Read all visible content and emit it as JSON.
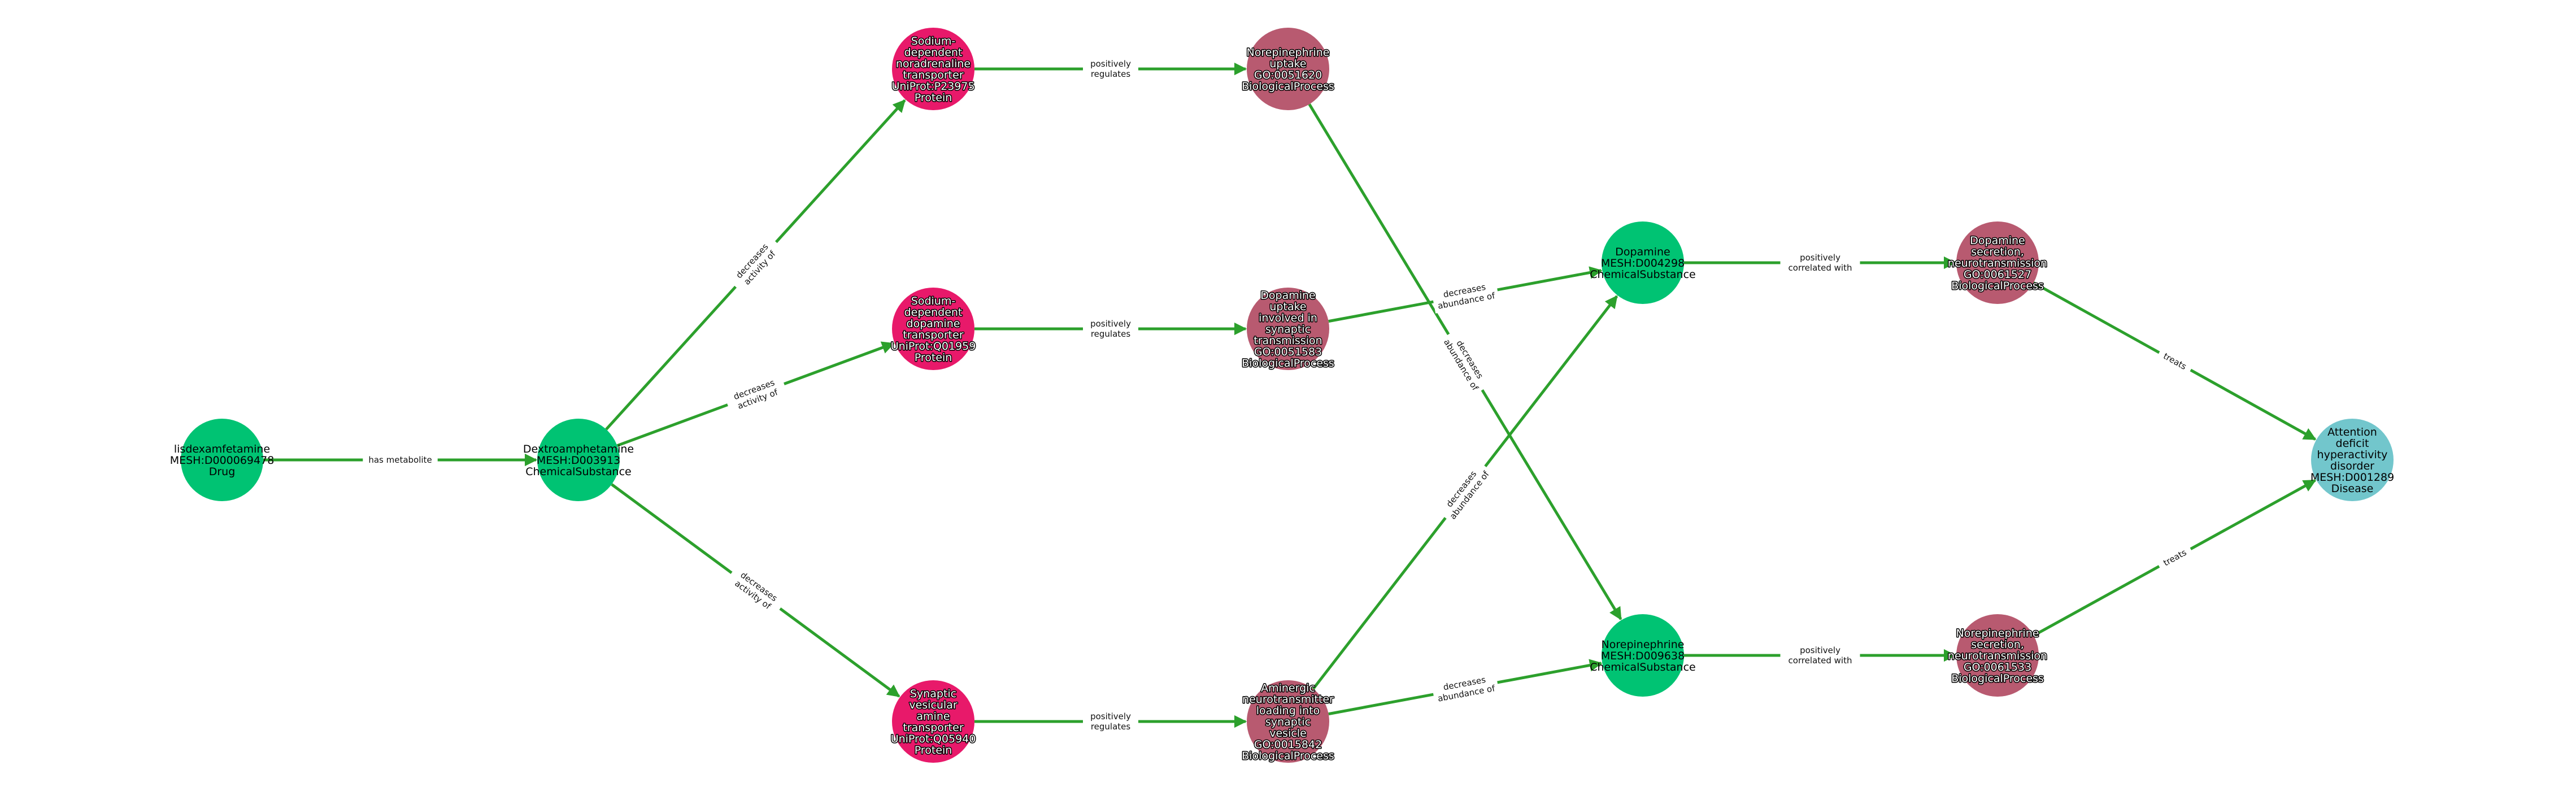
{
  "colors": {
    "edge": "#2ca02c",
    "ChemicalSubstance": "#00c373",
    "Drug": "#00c373",
    "Protein": "#e8196a",
    "BiologicalProcess": "#b85a70",
    "Disease": "#72c6cc"
  },
  "nodes": [
    {
      "id": "lisdex",
      "type": "Drug",
      "lines": [
        "lisdexamfetamine",
        "MESH:D000069478",
        "Drug"
      ]
    },
    {
      "id": "dextro",
      "type": "ChemicalSubstance",
      "lines": [
        "Dextroamphetamine",
        "MESH:D003913",
        "ChemicalSubstance"
      ]
    },
    {
      "id": "net",
      "type": "Protein",
      "lines": [
        "Sodium-",
        "dependent",
        "noradrenaline",
        "transporter",
        "UniProt:P23975",
        "Protein"
      ]
    },
    {
      "id": "dat",
      "type": "Protein",
      "lines": [
        "Sodium-",
        "dependent",
        "dopamine",
        "transporter",
        "UniProt:Q01959",
        "Protein"
      ]
    },
    {
      "id": "vmat",
      "type": "Protein",
      "lines": [
        "Synaptic",
        "vesicular",
        "amine",
        "transporter",
        "UniProt:Q05940",
        "Protein"
      ]
    },
    {
      "id": "ne_uptake",
      "type": "BiologicalProcess",
      "lines": [
        "Norepinephrine",
        "uptake",
        "GO:0051620",
        "BiologicalProcess"
      ]
    },
    {
      "id": "da_uptake",
      "type": "BiologicalProcess",
      "lines": [
        "Dopamine",
        "uptake",
        "involved in",
        "synaptic",
        "transmission",
        "GO:0051583",
        "BiologicalProcess"
      ]
    },
    {
      "id": "aminergic",
      "type": "BiologicalProcess",
      "lines": [
        "Aminergic",
        "neurotransmitter",
        "loading into",
        "synaptic",
        "vesicle",
        "GO:0015842",
        "BiologicalProcess"
      ]
    },
    {
      "id": "dopamine",
      "type": "ChemicalSubstance",
      "lines": [
        "Dopamine",
        "MESH:D004298",
        "ChemicalSubstance"
      ]
    },
    {
      "id": "norepinephrine",
      "type": "ChemicalSubstance",
      "lines": [
        "Norepinephrine",
        "MESH:D009638",
        "ChemicalSubstance"
      ]
    },
    {
      "id": "da_secretion",
      "type": "BiologicalProcess",
      "lines": [
        "Dopamine",
        "secretion,",
        "neurotransmission",
        "GO:0061527",
        "BiologicalProcess"
      ]
    },
    {
      "id": "ne_secretion",
      "type": "BiologicalProcess",
      "lines": [
        "Norepinephrine",
        "secretion,",
        "neurotransmission",
        "GO:0061533",
        "BiologicalProcess"
      ]
    },
    {
      "id": "adhd",
      "type": "Disease",
      "lines": [
        "Attention",
        "deficit",
        "hyperactivity",
        "disorder",
        "MESH:D001289",
        "Disease"
      ]
    }
  ],
  "edges": [
    {
      "source": "lisdex",
      "target": "dextro",
      "lines": [
        "has metabolite"
      ]
    },
    {
      "source": "dextro",
      "target": "net",
      "lines": [
        "decreases",
        "activity of"
      ]
    },
    {
      "source": "dextro",
      "target": "dat",
      "lines": [
        "decreases",
        "activity of"
      ]
    },
    {
      "source": "dextro",
      "target": "vmat",
      "lines": [
        "decreases",
        "activity of"
      ]
    },
    {
      "source": "net",
      "target": "ne_uptake",
      "lines": [
        "positively",
        "regulates"
      ]
    },
    {
      "source": "dat",
      "target": "da_uptake",
      "lines": [
        "positively",
        "regulates"
      ]
    },
    {
      "source": "vmat",
      "target": "aminergic",
      "lines": [
        "positively",
        "regulates"
      ]
    },
    {
      "source": "ne_uptake",
      "target": "norepinephrine",
      "lines": [
        "decreases",
        "abundance of"
      ]
    },
    {
      "source": "da_uptake",
      "target": "dopamine",
      "lines": [
        "decreases",
        "abundance of"
      ]
    },
    {
      "source": "aminergic",
      "target": "dopamine",
      "lines": [
        "decreases",
        "abundance of"
      ]
    },
    {
      "source": "aminergic",
      "target": "norepinephrine",
      "lines": [
        "decreases",
        "abundance of"
      ]
    },
    {
      "source": "dopamine",
      "target": "da_secretion",
      "lines": [
        "positively",
        "correlated with"
      ]
    },
    {
      "source": "norepinephrine",
      "target": "ne_secretion",
      "lines": [
        "positively",
        "correlated with"
      ]
    },
    {
      "source": "da_secretion",
      "target": "adhd",
      "lines": [
        "treats"
      ]
    },
    {
      "source": "ne_secretion",
      "target": "adhd",
      "lines": [
        "treats"
      ]
    }
  ]
}
